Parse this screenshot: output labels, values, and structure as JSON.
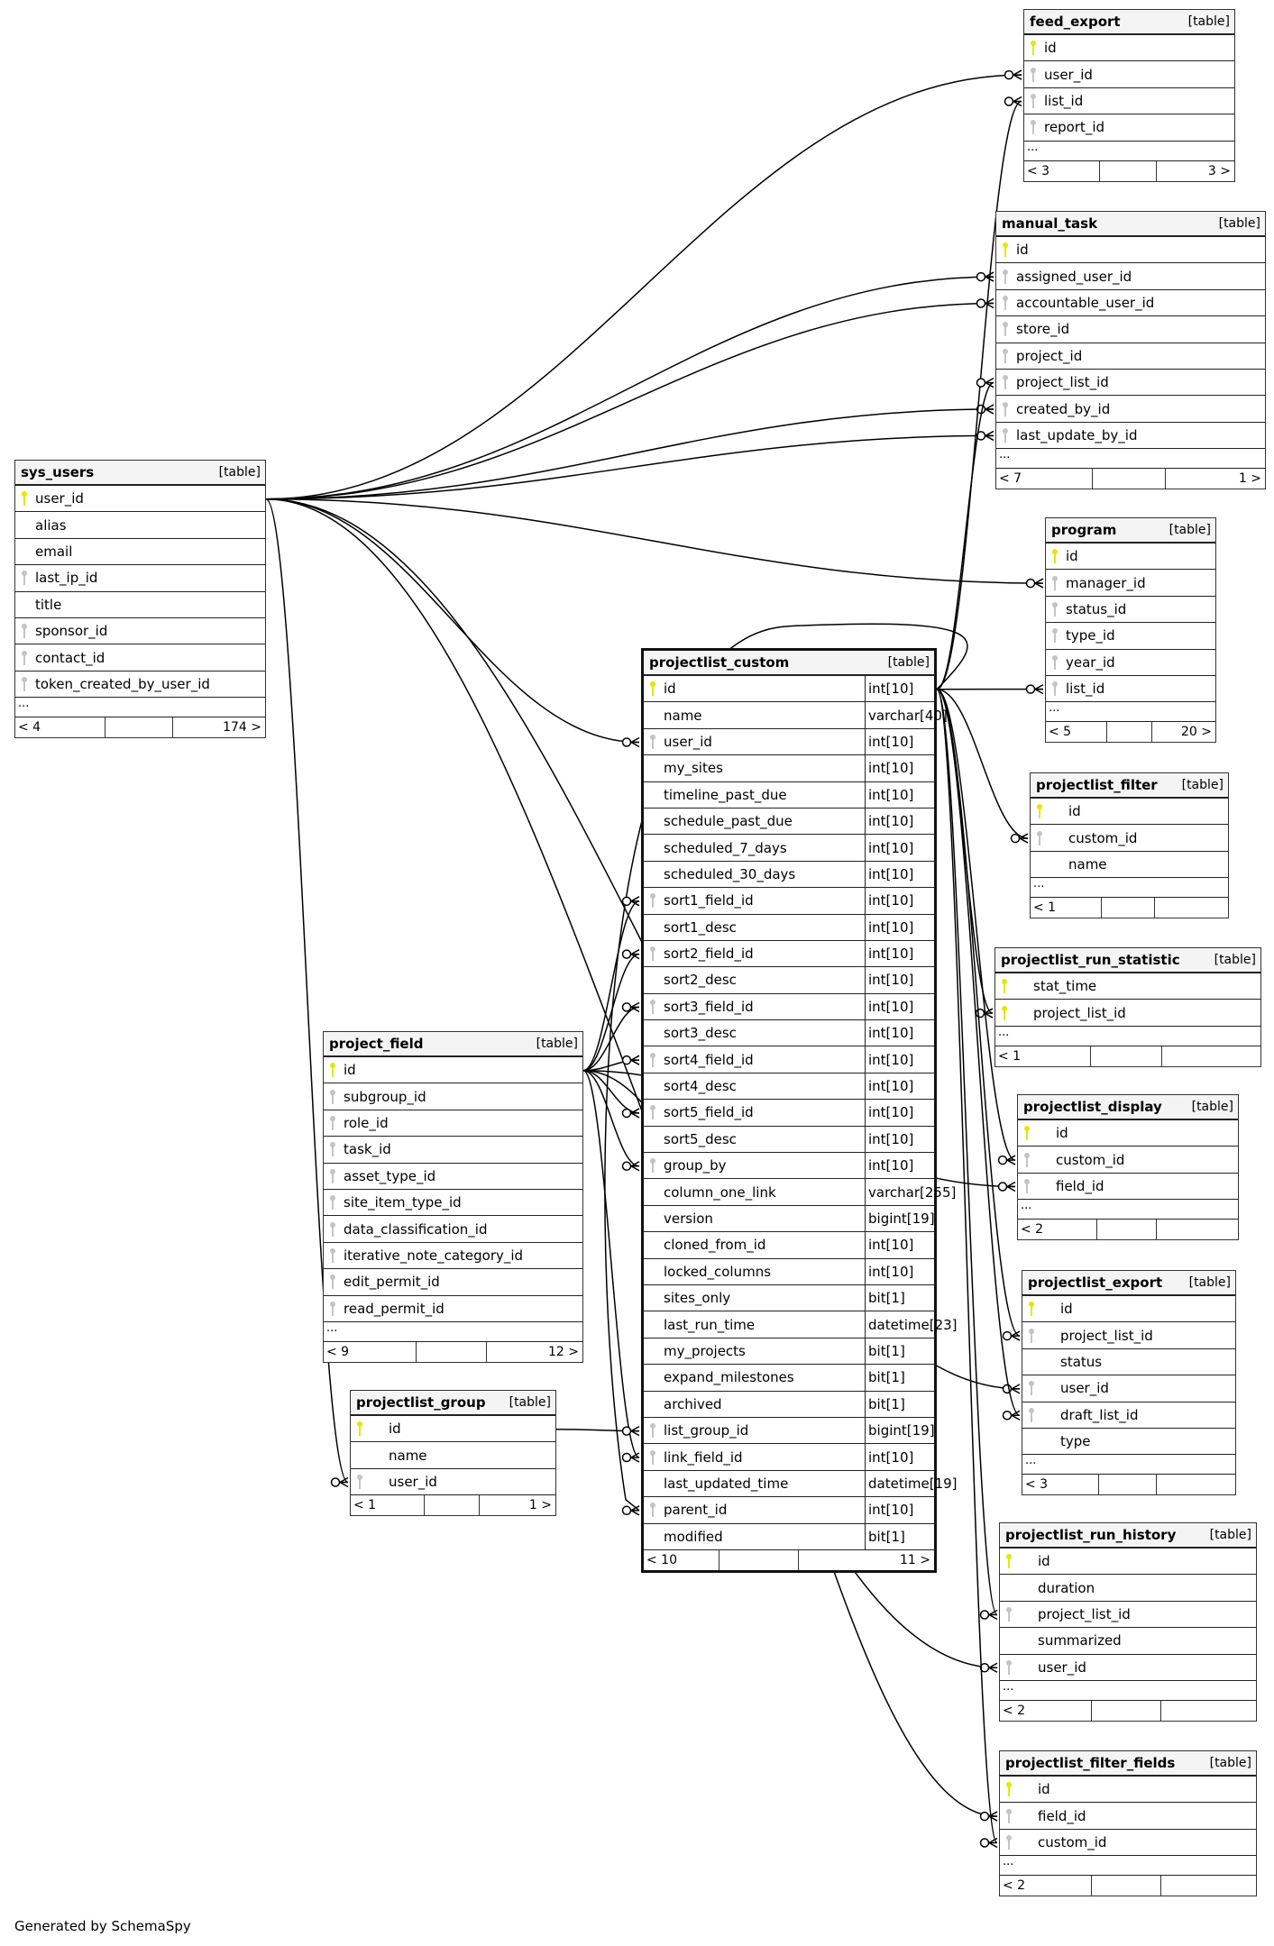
{
  "footer_note": "Generated by SchemaSpy",
  "colors": {
    "primary_key": "#e6e600",
    "foreign_key": "#c4c4c4",
    "line": "#000000",
    "header_bg": "#f4f4f4"
  },
  "tables": {
    "feed_export": {
      "name": "feed_export",
      "kind": "[table]",
      "columns": [
        {
          "name": "id",
          "key": "pk"
        },
        {
          "name": "user_id",
          "key": "fk"
        },
        {
          "name": "list_id",
          "key": "fk"
        },
        {
          "name": "report_id",
          "key": "fk"
        }
      ],
      "more": "...",
      "parents": "< 3",
      "children": "3 >"
    },
    "manual_task": {
      "name": "manual_task",
      "kind": "[table]",
      "columns": [
        {
          "name": "id",
          "key": "pk"
        },
        {
          "name": "assigned_user_id",
          "key": "fk"
        },
        {
          "name": "accountable_user_id",
          "key": "fk"
        },
        {
          "name": "store_id",
          "key": "fk"
        },
        {
          "name": "project_id",
          "key": "fk"
        },
        {
          "name": "project_list_id",
          "key": "fk"
        },
        {
          "name": "created_by_id",
          "key": "fk"
        },
        {
          "name": "last_update_by_id",
          "key": "fk"
        }
      ],
      "more": "...",
      "parents": "< 7",
      "children": "1 >"
    },
    "program": {
      "name": "program",
      "kind": "[table]",
      "columns": [
        {
          "name": "id",
          "key": "pk"
        },
        {
          "name": "manager_id",
          "key": "fk"
        },
        {
          "name": "status_id",
          "key": "fk"
        },
        {
          "name": "type_id",
          "key": "fk"
        },
        {
          "name": "year_id",
          "key": "fk"
        },
        {
          "name": "list_id",
          "key": "fk"
        }
      ],
      "more": "...",
      "parents": "< 5",
      "children": "20 >"
    },
    "sys_users": {
      "name": "sys_users",
      "kind": "[table]",
      "columns": [
        {
          "name": "user_id",
          "key": "pk"
        },
        {
          "name": "alias",
          "key": ""
        },
        {
          "name": "email",
          "key": ""
        },
        {
          "name": "last_ip_id",
          "key": "fk"
        },
        {
          "name": "title",
          "key": ""
        },
        {
          "name": "sponsor_id",
          "key": "fk"
        },
        {
          "name": "contact_id",
          "key": "fk"
        },
        {
          "name": "token_created_by_user_id",
          "key": "fk"
        }
      ],
      "more": "...",
      "parents": "< 4",
      "children": "174 >"
    },
    "projectlist_custom": {
      "name": "projectlist_custom",
      "kind": "[table]",
      "columns": [
        {
          "name": "id",
          "type": "int[10]",
          "key": "pk"
        },
        {
          "name": "name",
          "type": "varchar[40]",
          "key": ""
        },
        {
          "name": "user_id",
          "type": "int[10]",
          "key": "fk"
        },
        {
          "name": "my_sites",
          "type": "int[10]",
          "key": ""
        },
        {
          "name": "timeline_past_due",
          "type": "int[10]",
          "key": ""
        },
        {
          "name": "schedule_past_due",
          "type": "int[10]",
          "key": ""
        },
        {
          "name": "scheduled_7_days",
          "type": "int[10]",
          "key": ""
        },
        {
          "name": "scheduled_30_days",
          "type": "int[10]",
          "key": ""
        },
        {
          "name": "sort1_field_id",
          "type": "int[10]",
          "key": "fk"
        },
        {
          "name": "sort1_desc",
          "type": "int[10]",
          "key": ""
        },
        {
          "name": "sort2_field_id",
          "type": "int[10]",
          "key": "fk"
        },
        {
          "name": "sort2_desc",
          "type": "int[10]",
          "key": ""
        },
        {
          "name": "sort3_field_id",
          "type": "int[10]",
          "key": "fk"
        },
        {
          "name": "sort3_desc",
          "type": "int[10]",
          "key": ""
        },
        {
          "name": "sort4_field_id",
          "type": "int[10]",
          "key": "fk"
        },
        {
          "name": "sort4_desc",
          "type": "int[10]",
          "key": ""
        },
        {
          "name": "sort5_field_id",
          "type": "int[10]",
          "key": "fk"
        },
        {
          "name": "sort5_desc",
          "type": "int[10]",
          "key": ""
        },
        {
          "name": "group_by",
          "type": "int[10]",
          "key": "fk"
        },
        {
          "name": "column_one_link",
          "type": "varchar[255]",
          "key": ""
        },
        {
          "name": "version",
          "type": "bigint[19]",
          "key": ""
        },
        {
          "name": "cloned_from_id",
          "type": "int[10]",
          "key": ""
        },
        {
          "name": "locked_columns",
          "type": "int[10]",
          "key": ""
        },
        {
          "name": "sites_only",
          "type": "bit[1]",
          "key": ""
        },
        {
          "name": "last_run_time",
          "type": "datetime[23]",
          "key": ""
        },
        {
          "name": "my_projects",
          "type": "bit[1]",
          "key": ""
        },
        {
          "name": "expand_milestones",
          "type": "bit[1]",
          "key": ""
        },
        {
          "name": "archived",
          "type": "bit[1]",
          "key": ""
        },
        {
          "name": "list_group_id",
          "type": "bigint[19]",
          "key": "fk"
        },
        {
          "name": "link_field_id",
          "type": "int[10]",
          "key": "fk"
        },
        {
          "name": "last_updated_time",
          "type": "datetime[19]",
          "key": ""
        },
        {
          "name": "parent_id",
          "type": "int[10]",
          "key": "fk"
        },
        {
          "name": "modified",
          "type": "bit[1]",
          "key": ""
        }
      ],
      "parents": "< 10",
      "children": "11 >"
    },
    "projectlist_filter": {
      "name": "projectlist_filter",
      "kind": "[table]",
      "columns": [
        {
          "name": "id",
          "key": "pk"
        },
        {
          "name": "custom_id",
          "key": "fk"
        },
        {
          "name": "name",
          "key": ""
        }
      ],
      "more": "...",
      "parents": "< 1",
      "children": ""
    },
    "projectlist_run_statistic": {
      "name": "projectlist_run_statistic",
      "kind": "[table]",
      "columns": [
        {
          "name": "stat_time",
          "key": "pk"
        },
        {
          "name": "project_list_id",
          "key": "pk"
        }
      ],
      "more": "...",
      "parents": "< 1",
      "children": ""
    },
    "projectlist_display": {
      "name": "projectlist_display",
      "kind": "[table]",
      "columns": [
        {
          "name": "id",
          "key": "pk"
        },
        {
          "name": "custom_id",
          "key": "fk"
        },
        {
          "name": "field_id",
          "key": "fk"
        }
      ],
      "more": "...",
      "parents": "< 2",
      "children": ""
    },
    "projectlist_export": {
      "name": "projectlist_export",
      "kind": "[table]",
      "columns": [
        {
          "name": "id",
          "key": "pk"
        },
        {
          "name": "project_list_id",
          "key": "fk"
        },
        {
          "name": "status",
          "key": ""
        },
        {
          "name": "user_id",
          "key": "fk"
        },
        {
          "name": "draft_list_id",
          "key": "fk"
        },
        {
          "name": "type",
          "key": ""
        }
      ],
      "more": "...",
      "parents": "< 3",
      "children": ""
    },
    "project_field": {
      "name": "project_field",
      "kind": "[table]",
      "columns": [
        {
          "name": "id",
          "key": "pk"
        },
        {
          "name": "subgroup_id",
          "key": "fk"
        },
        {
          "name": "role_id",
          "key": "fk"
        },
        {
          "name": "task_id",
          "key": "fk"
        },
        {
          "name": "asset_type_id",
          "key": "fk"
        },
        {
          "name": "site_item_type_id",
          "key": "fk"
        },
        {
          "name": "data_classification_id",
          "key": "fk"
        },
        {
          "name": "iterative_note_category_id",
          "key": "fk"
        },
        {
          "name": "edit_permit_id",
          "key": "fk"
        },
        {
          "name": "read_permit_id",
          "key": "fk"
        }
      ],
      "more": "...",
      "parents": "< 9",
      "children": "12 >"
    },
    "projectlist_group": {
      "name": "projectlist_group",
      "kind": "[table]",
      "columns": [
        {
          "name": "id",
          "key": "pk"
        },
        {
          "name": "name",
          "key": ""
        },
        {
          "name": "user_id",
          "key": "fk"
        }
      ],
      "parents": "< 1",
      "children": "1 >"
    },
    "projectlist_run_history": {
      "name": "projectlist_run_history",
      "kind": "[table]",
      "columns": [
        {
          "name": "id",
          "key": "pk"
        },
        {
          "name": "duration",
          "key": ""
        },
        {
          "name": "project_list_id",
          "key": "fk"
        },
        {
          "name": "summarized",
          "key": ""
        },
        {
          "name": "user_id",
          "key": "fk"
        }
      ],
      "more": "...",
      "parents": "< 2",
      "children": ""
    },
    "projectlist_filter_fields": {
      "name": "projectlist_filter_fields",
      "kind": "[table]",
      "columns": [
        {
          "name": "id",
          "key": "pk"
        },
        {
          "name": "field_id",
          "key": "fk"
        },
        {
          "name": "custom_id",
          "key": "fk"
        }
      ],
      "more": "...",
      "parents": "< 2",
      "children": ""
    }
  },
  "relationships": [
    {
      "from": "sys_users.user_id",
      "to": "feed_export.user_id"
    },
    {
      "from": "sys_users.user_id",
      "to": "manual_task.assigned_user_id"
    },
    {
      "from": "sys_users.user_id",
      "to": "manual_task.accountable_user_id"
    },
    {
      "from": "sys_users.user_id",
      "to": "manual_task.created_by_id"
    },
    {
      "from": "sys_users.user_id",
      "to": "manual_task.last_update_by_id"
    },
    {
      "from": "sys_users.user_id",
      "to": "program.manager_id"
    },
    {
      "from": "sys_users.user_id",
      "to": "projectlist_custom.user_id"
    },
    {
      "from": "sys_users.user_id",
      "to": "projectlist_group.user_id"
    },
    {
      "from": "sys_users.user_id",
      "to": "projectlist_export.user_id"
    },
    {
      "from": "sys_users.user_id",
      "to": "projectlist_run_history.user_id"
    },
    {
      "from": "projectlist_custom.id",
      "to": "feed_export.list_id"
    },
    {
      "from": "projectlist_custom.id",
      "to": "manual_task.project_list_id"
    },
    {
      "from": "projectlist_custom.id",
      "to": "program.list_id"
    },
    {
      "from": "projectlist_custom.id",
      "to": "projectlist_filter.custom_id"
    },
    {
      "from": "projectlist_custom.id",
      "to": "projectlist_run_statistic.project_list_id"
    },
    {
      "from": "projectlist_custom.id",
      "to": "projectlist_display.custom_id"
    },
    {
      "from": "projectlist_custom.id",
      "to": "projectlist_export.project_list_id"
    },
    {
      "from": "projectlist_custom.id",
      "to": "projectlist_export.draft_list_id"
    },
    {
      "from": "projectlist_custom.id",
      "to": "projectlist_run_history.project_list_id"
    },
    {
      "from": "projectlist_custom.id",
      "to": "projectlist_filter_fields.custom_id"
    },
    {
      "from": "projectlist_custom.id",
      "to": "projectlist_custom.parent_id"
    },
    {
      "from": "project_field.id",
      "to": "projectlist_custom.sort1_field_id"
    },
    {
      "from": "project_field.id",
      "to": "projectlist_custom.sort2_field_id"
    },
    {
      "from": "project_field.id",
      "to": "projectlist_custom.sort3_field_id"
    },
    {
      "from": "project_field.id",
      "to": "projectlist_custom.sort4_field_id"
    },
    {
      "from": "project_field.id",
      "to": "projectlist_custom.sort5_field_id"
    },
    {
      "from": "project_field.id",
      "to": "projectlist_custom.group_by"
    },
    {
      "from": "project_field.id",
      "to": "projectlist_custom.link_field_id"
    },
    {
      "from": "project_field.id",
      "to": "projectlist_display.field_id"
    },
    {
      "from": "project_field.id",
      "to": "projectlist_filter_fields.field_id"
    },
    {
      "from": "projectlist_group.id",
      "to": "projectlist_custom.list_group_id"
    }
  ]
}
